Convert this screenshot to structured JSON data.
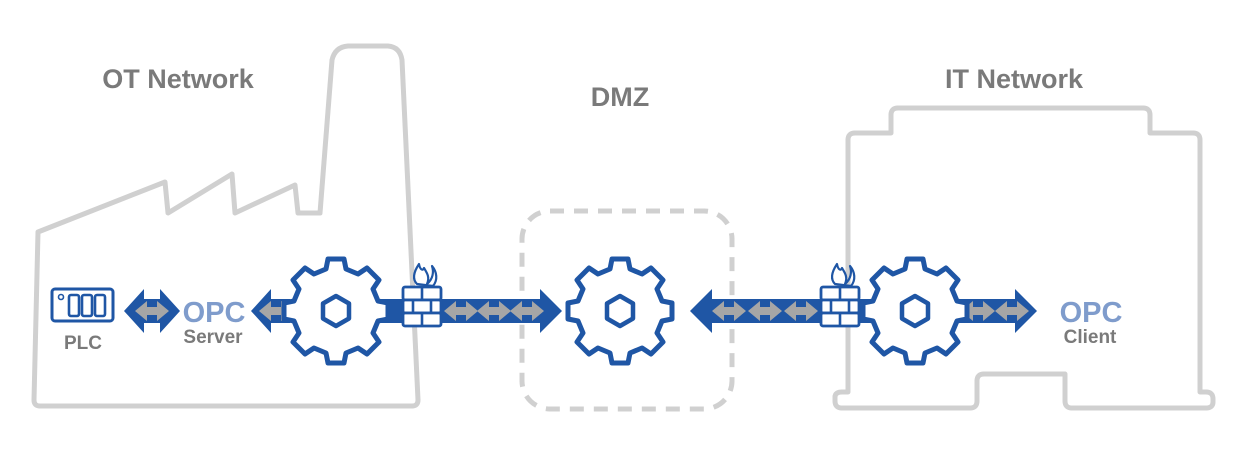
{
  "zones": {
    "ot": "OT Network",
    "dmz": "DMZ",
    "it": "IT Network"
  },
  "devices": {
    "plc": "PLC",
    "server": {
      "title": "OPC",
      "subtitle": "Server"
    },
    "client": {
      "title": "OPC",
      "subtitle": "Client"
    }
  },
  "icons": [
    "plc-icon",
    "gear-icon",
    "firewall-icon",
    "double-arrow-icon"
  ],
  "colors": {
    "accent_blue": "#1f56a5",
    "arrow_grey": "#a6a6a6",
    "outline_grey": "#d0d0d0",
    "label_grey": "#7a7a7a",
    "opc_blue": "#7f9ccc"
  }
}
